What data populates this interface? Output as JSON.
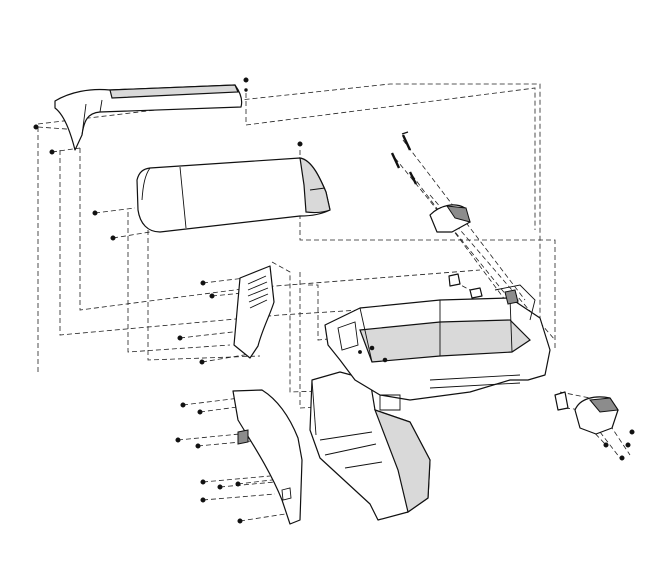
{
  "diagram": {
    "kind": "exploded-assembly-drawing",
    "components": [
      "top-cover",
      "upper-housing",
      "vent-panel",
      "side-cover",
      "main-frame",
      "base-housing",
      "front-end-cap",
      "rear-end-cap",
      "small-bracket"
    ],
    "line_style": "dashed-leader-lines",
    "colors": {
      "line": "#111111",
      "shade": "#d9d9d9",
      "background": "#ffffff"
    }
  }
}
